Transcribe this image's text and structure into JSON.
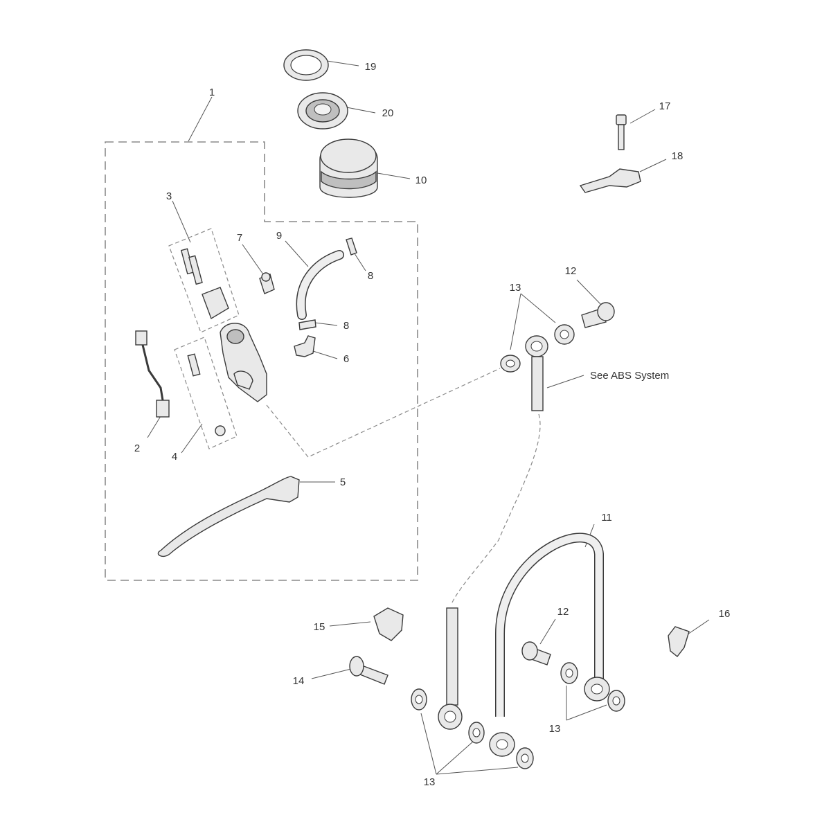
{
  "diagram": {
    "callouts": {
      "c1": "1",
      "c2": "2",
      "c3": "3",
      "c4": "4",
      "c5": "5",
      "c6": "6",
      "c7": "7",
      "c8a": "8",
      "c8b": "8",
      "c9": "9",
      "c10": "10",
      "c11": "11",
      "c12a": "12",
      "c12b": "12",
      "c13a": "13",
      "c13b": "13",
      "c13c": "13",
      "c14": "14",
      "c15": "15",
      "c16": "16",
      "c17": "17",
      "c18": "18",
      "c19": "19",
      "c20": "20"
    },
    "see_abs": "See ABS System"
  }
}
